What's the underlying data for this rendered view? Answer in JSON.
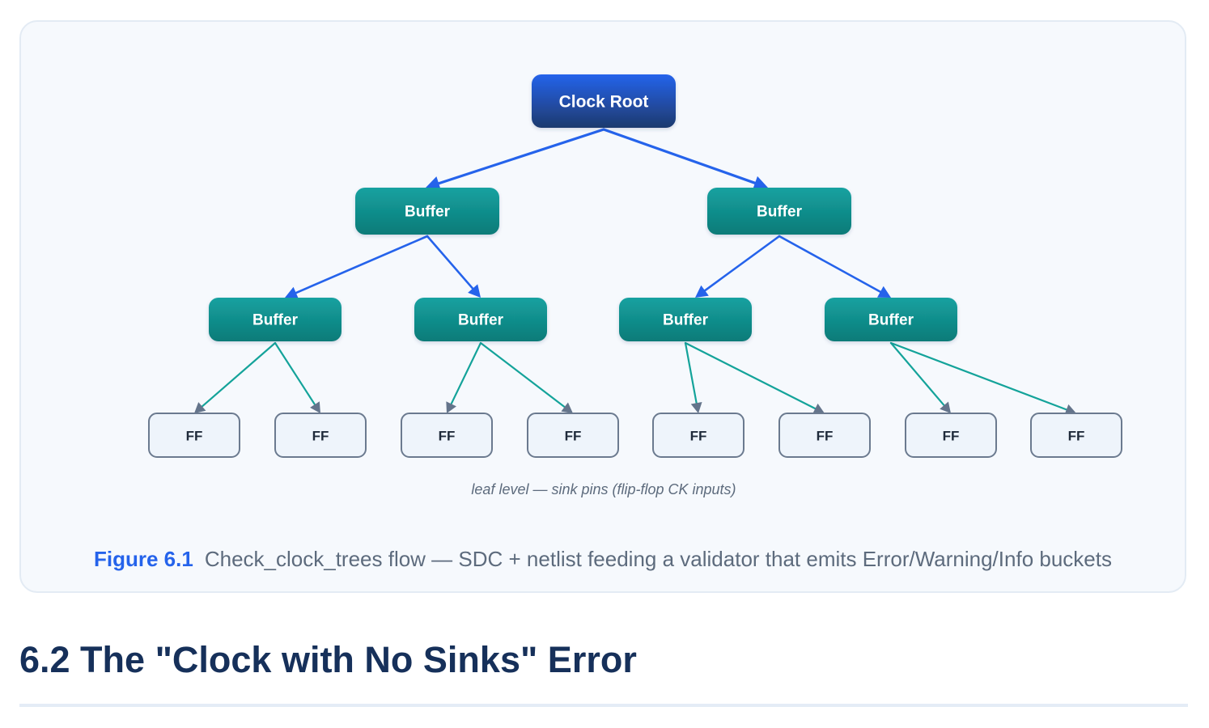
{
  "diagram": {
    "root": {
      "label": "Clock Root"
    },
    "level1": [
      {
        "label": "Buffer"
      },
      {
        "label": "Buffer"
      }
    ],
    "level2": [
      {
        "label": "Buffer"
      },
      {
        "label": "Buffer"
      },
      {
        "label": "Buffer"
      },
      {
        "label": "Buffer"
      }
    ],
    "leaves": [
      {
        "label": "FF"
      },
      {
        "label": "FF"
      },
      {
        "label": "FF"
      },
      {
        "label": "FF"
      },
      {
        "label": "FF"
      },
      {
        "label": "FF"
      },
      {
        "label": "FF"
      },
      {
        "label": "FF"
      }
    ],
    "leaf_note": "leaf level — sink pins (flip-flop CK inputs)",
    "colors": {
      "root_top": "#2563eb",
      "root_bottom": "#1e3a6e",
      "buffer_top": "#14a1a0",
      "buffer_bottom": "#0e7b78",
      "leaf_fill": "#eef4fb",
      "leaf_border": "#6b7a8f",
      "edge_root": "#2563eb",
      "edge_buffer": "#2563eb",
      "edge_leaf": "#14a39a",
      "leaf_arrow": "#64748b"
    }
  },
  "caption": {
    "figure_number": "Figure 6.1",
    "text": "Check_clock_trees flow — SDC + netlist feeding a validator that emits Error/Warning/Info buckets"
  },
  "section": {
    "heading": "6.2 The \"Clock with No Sinks\" Error"
  }
}
